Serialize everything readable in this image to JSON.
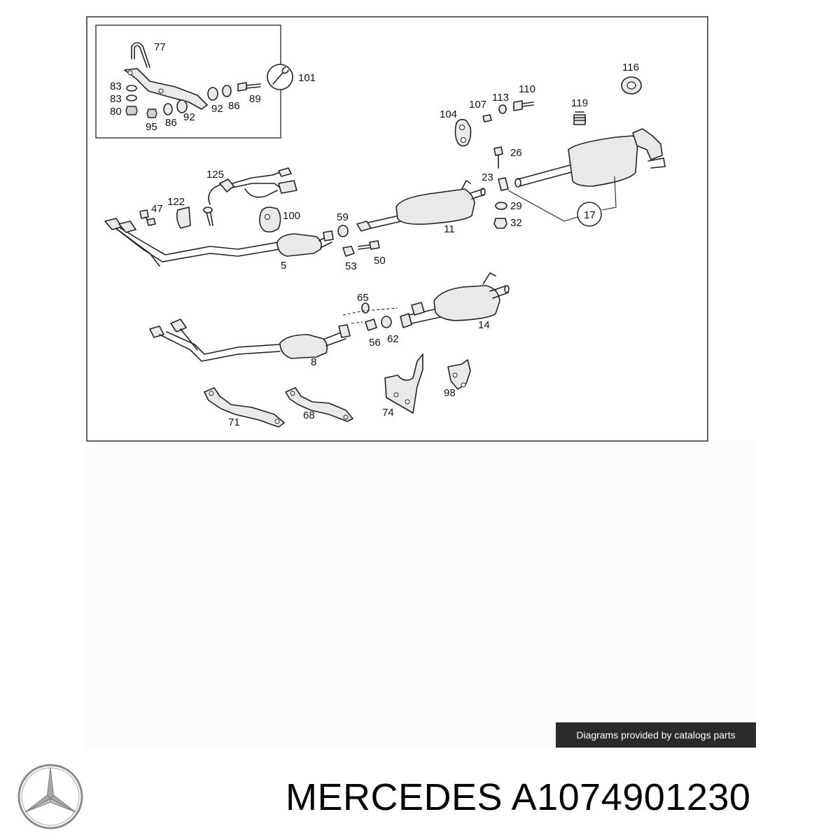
{
  "diagram": {
    "callouts": [
      {
        "id": "c77",
        "text": "77"
      },
      {
        "id": "c83a",
        "text": "83"
      },
      {
        "id": "c83b",
        "text": "83"
      },
      {
        "id": "c80",
        "text": "80"
      },
      {
        "id": "c95",
        "text": "95"
      },
      {
        "id": "c86a",
        "text": "86"
      },
      {
        "id": "c92a",
        "text": "92"
      },
      {
        "id": "c92b",
        "text": "92"
      },
      {
        "id": "c86b",
        "text": "86"
      },
      {
        "id": "c89",
        "text": "89"
      },
      {
        "id": "c101",
        "text": "101"
      },
      {
        "id": "c116",
        "text": "116"
      },
      {
        "id": "c104",
        "text": "104"
      },
      {
        "id": "c107",
        "text": "107"
      },
      {
        "id": "c113",
        "text": "113"
      },
      {
        "id": "c110",
        "text": "110"
      },
      {
        "id": "c119",
        "text": "119"
      },
      {
        "id": "c26",
        "text": "26"
      },
      {
        "id": "c23",
        "text": "23"
      },
      {
        "id": "c29",
        "text": "29"
      },
      {
        "id": "c32",
        "text": "32"
      },
      {
        "id": "c17",
        "text": "17"
      },
      {
        "id": "c125",
        "text": "125"
      },
      {
        "id": "c47",
        "text": "47"
      },
      {
        "id": "c122",
        "text": "122"
      },
      {
        "id": "c100",
        "text": "100"
      },
      {
        "id": "c59",
        "text": "59"
      },
      {
        "id": "c11",
        "text": "11"
      },
      {
        "id": "c5",
        "text": "5"
      },
      {
        "id": "c53",
        "text": "53"
      },
      {
        "id": "c50",
        "text": "50"
      },
      {
        "id": "c65",
        "text": "65"
      },
      {
        "id": "c14",
        "text": "14"
      },
      {
        "id": "c56",
        "text": "56"
      },
      {
        "id": "c62",
        "text": "62"
      },
      {
        "id": "c8",
        "text": "8"
      },
      {
        "id": "c98",
        "text": "98"
      },
      {
        "id": "c74",
        "text": "74"
      },
      {
        "id": "c71",
        "text": "71"
      },
      {
        "id": "c68",
        "text": "68"
      }
    ]
  },
  "attribution": "Diagrams provided by catalogs parts",
  "logo": {
    "icon": "mercedes-star-icon",
    "color": "#8a8a8a"
  },
  "title": {
    "brand": "MERCEDES",
    "part_number": "A1074901230"
  }
}
